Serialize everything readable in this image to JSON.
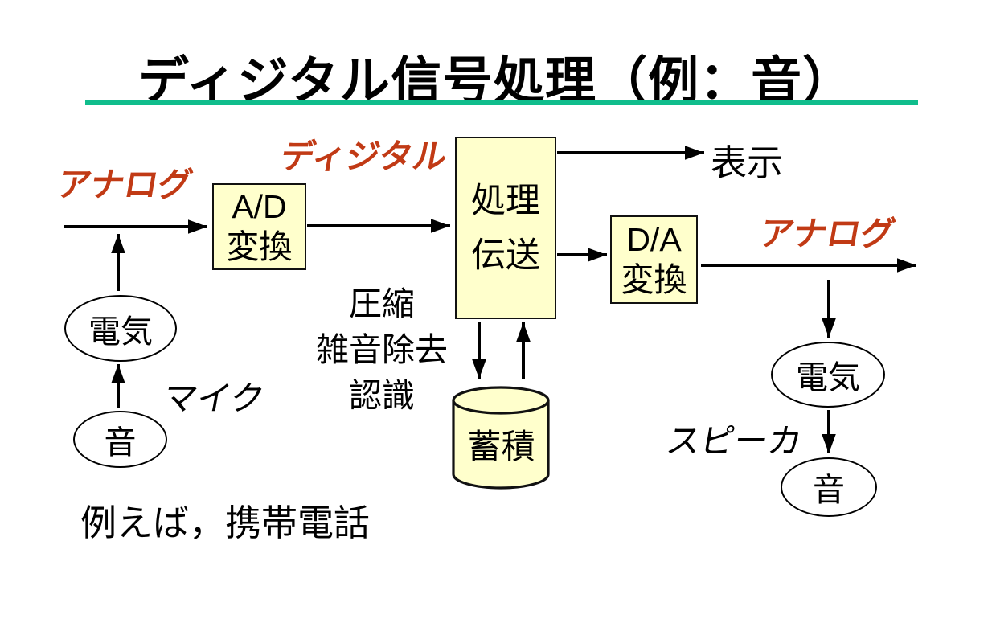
{
  "slide": {
    "title": "ディジタル信号処理（例：音）",
    "example_note": "例えば，携帯電話"
  },
  "signal_labels": {
    "analog_in": "アナログ",
    "digital": "ディジタル",
    "analog_out": "アナログ"
  },
  "blocks": {
    "ad_converter": {
      "line1": "A/D",
      "line2": "変換"
    },
    "processing": {
      "line1": "処理",
      "line2": "伝送"
    },
    "da_converter": {
      "line1": "D/A",
      "line2": "変換"
    },
    "storage": {
      "label": "蓄積"
    }
  },
  "annotations": {
    "display": "表示",
    "processing_functions": [
      "圧縮",
      "雑音除去",
      "認識"
    ],
    "microphone": "マイク",
    "speaker": "スピーカ"
  },
  "nodes": {
    "electric_in": "電気",
    "sound_in": "音",
    "electric_out": "電気",
    "sound_out": "音"
  },
  "colors": {
    "block_fill": "#FFFFCC",
    "block_border": "#111111",
    "accent_red": "#C13A15",
    "underline_green": "#10BD8C",
    "arrow_black": "#000000"
  }
}
